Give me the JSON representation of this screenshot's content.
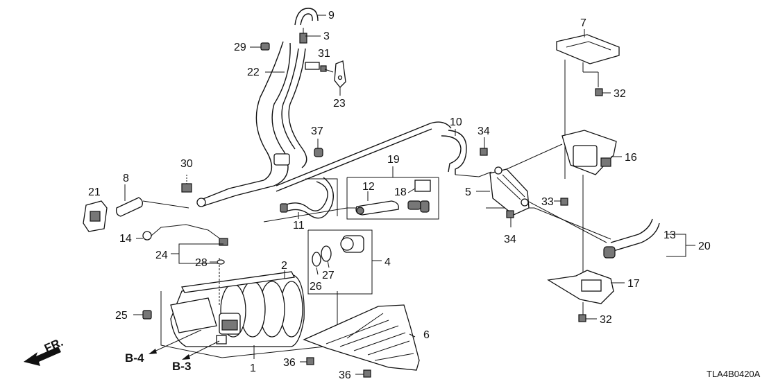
{
  "diagram": {
    "drawing_code": "TLA4B0420A",
    "direction_label": "FR.",
    "references": {
      "b4": "B-4",
      "b3": "B-3"
    },
    "callouts": {
      "p1": "1",
      "p2": "2",
      "p3": "3",
      "p4": "4",
      "p5": "5",
      "p6": "6",
      "p7": "7",
      "p8": "8",
      "p9": "9",
      "p10": "10",
      "p11": "11",
      "p12": "12",
      "p13": "13",
      "p14": "14",
      "p16": "16",
      "p17": "17",
      "p18": "18",
      "p19": "19",
      "p20": "20",
      "p21": "21",
      "p22": "22",
      "p23": "23",
      "p24": "24",
      "p25": "25",
      "p26": "26",
      "p27": "27",
      "p28": "28",
      "p29": "29",
      "p30": "30",
      "p31": "31",
      "p32": "32",
      "p33": "33",
      "p34": "34",
      "p36": "36",
      "p37": "37"
    }
  }
}
